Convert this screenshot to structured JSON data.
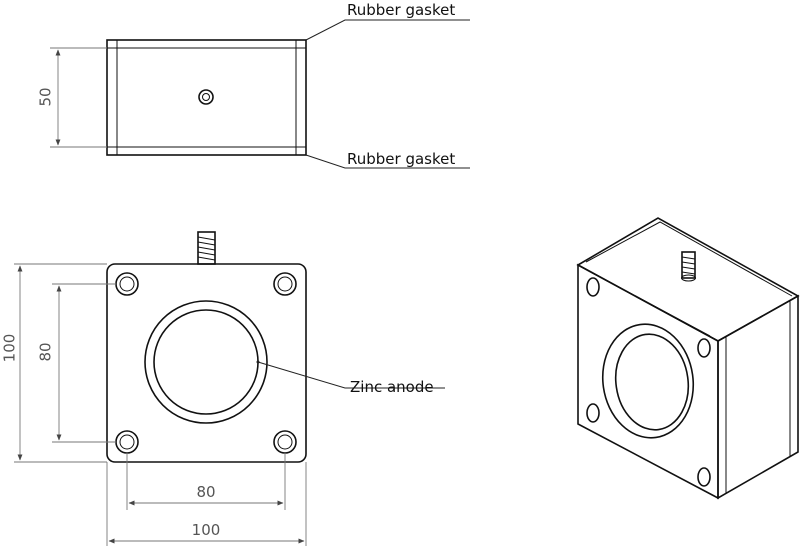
{
  "labels": {
    "gasket_top": "Rubber gasket",
    "gasket_bottom": "Rubber gasket",
    "zinc_anode": "Zinc anode"
  },
  "dimensions": {
    "side_height": "50",
    "front_height_outer": "100",
    "front_height_holes": "80",
    "front_width_holes": "80",
    "front_width_outer": "100"
  }
}
